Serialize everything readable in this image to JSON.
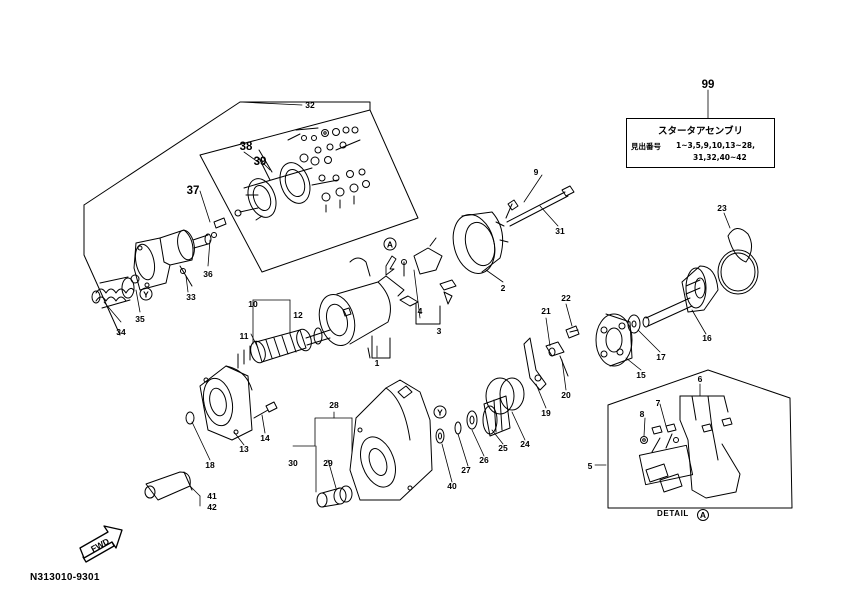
{
  "diagram": {
    "assembly_number": "99",
    "callout": {
      "title": "スタータアセンブリ",
      "label": "見出番号",
      "range_line1": "1~3,5,9,10,13~28,",
      "range_line2": "31,32,40~42"
    },
    "drawing_code": "N313010-9301",
    "detail_label": "DETAIL",
    "detail_ref": "A",
    "fwd_label": "FWD",
    "ref_markers": {
      "a": "A",
      "y": "Y"
    },
    "part_numbers": [
      "1",
      "2",
      "3",
      "4",
      "5",
      "6",
      "7",
      "8",
      "9",
      "10",
      "11",
      "12",
      "13",
      "14",
      "15",
      "16",
      "17",
      "18",
      "19",
      "20",
      "21",
      "22",
      "23",
      "24",
      "25",
      "26",
      "27",
      "28",
      "29",
      "30",
      "31",
      "32",
      "33",
      "34",
      "35",
      "36",
      "37",
      "38",
      "39",
      "40",
      "41",
      "42"
    ]
  }
}
